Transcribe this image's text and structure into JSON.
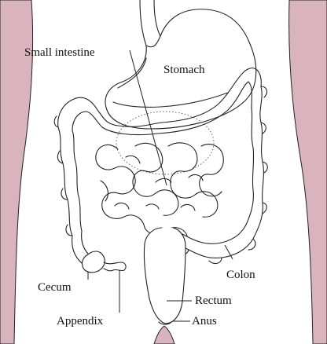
{
  "colors": {
    "skin": "#d9b3bd",
    "outline": "#222222",
    "background": "#ffffff"
  },
  "labels": {
    "small_intestine": "Small intestine",
    "stomach": "Stomach",
    "cecum": "Cecum",
    "appendix": "Appendix",
    "colon": "Colon",
    "rectum": "Rectum",
    "anus": "Anus"
  }
}
